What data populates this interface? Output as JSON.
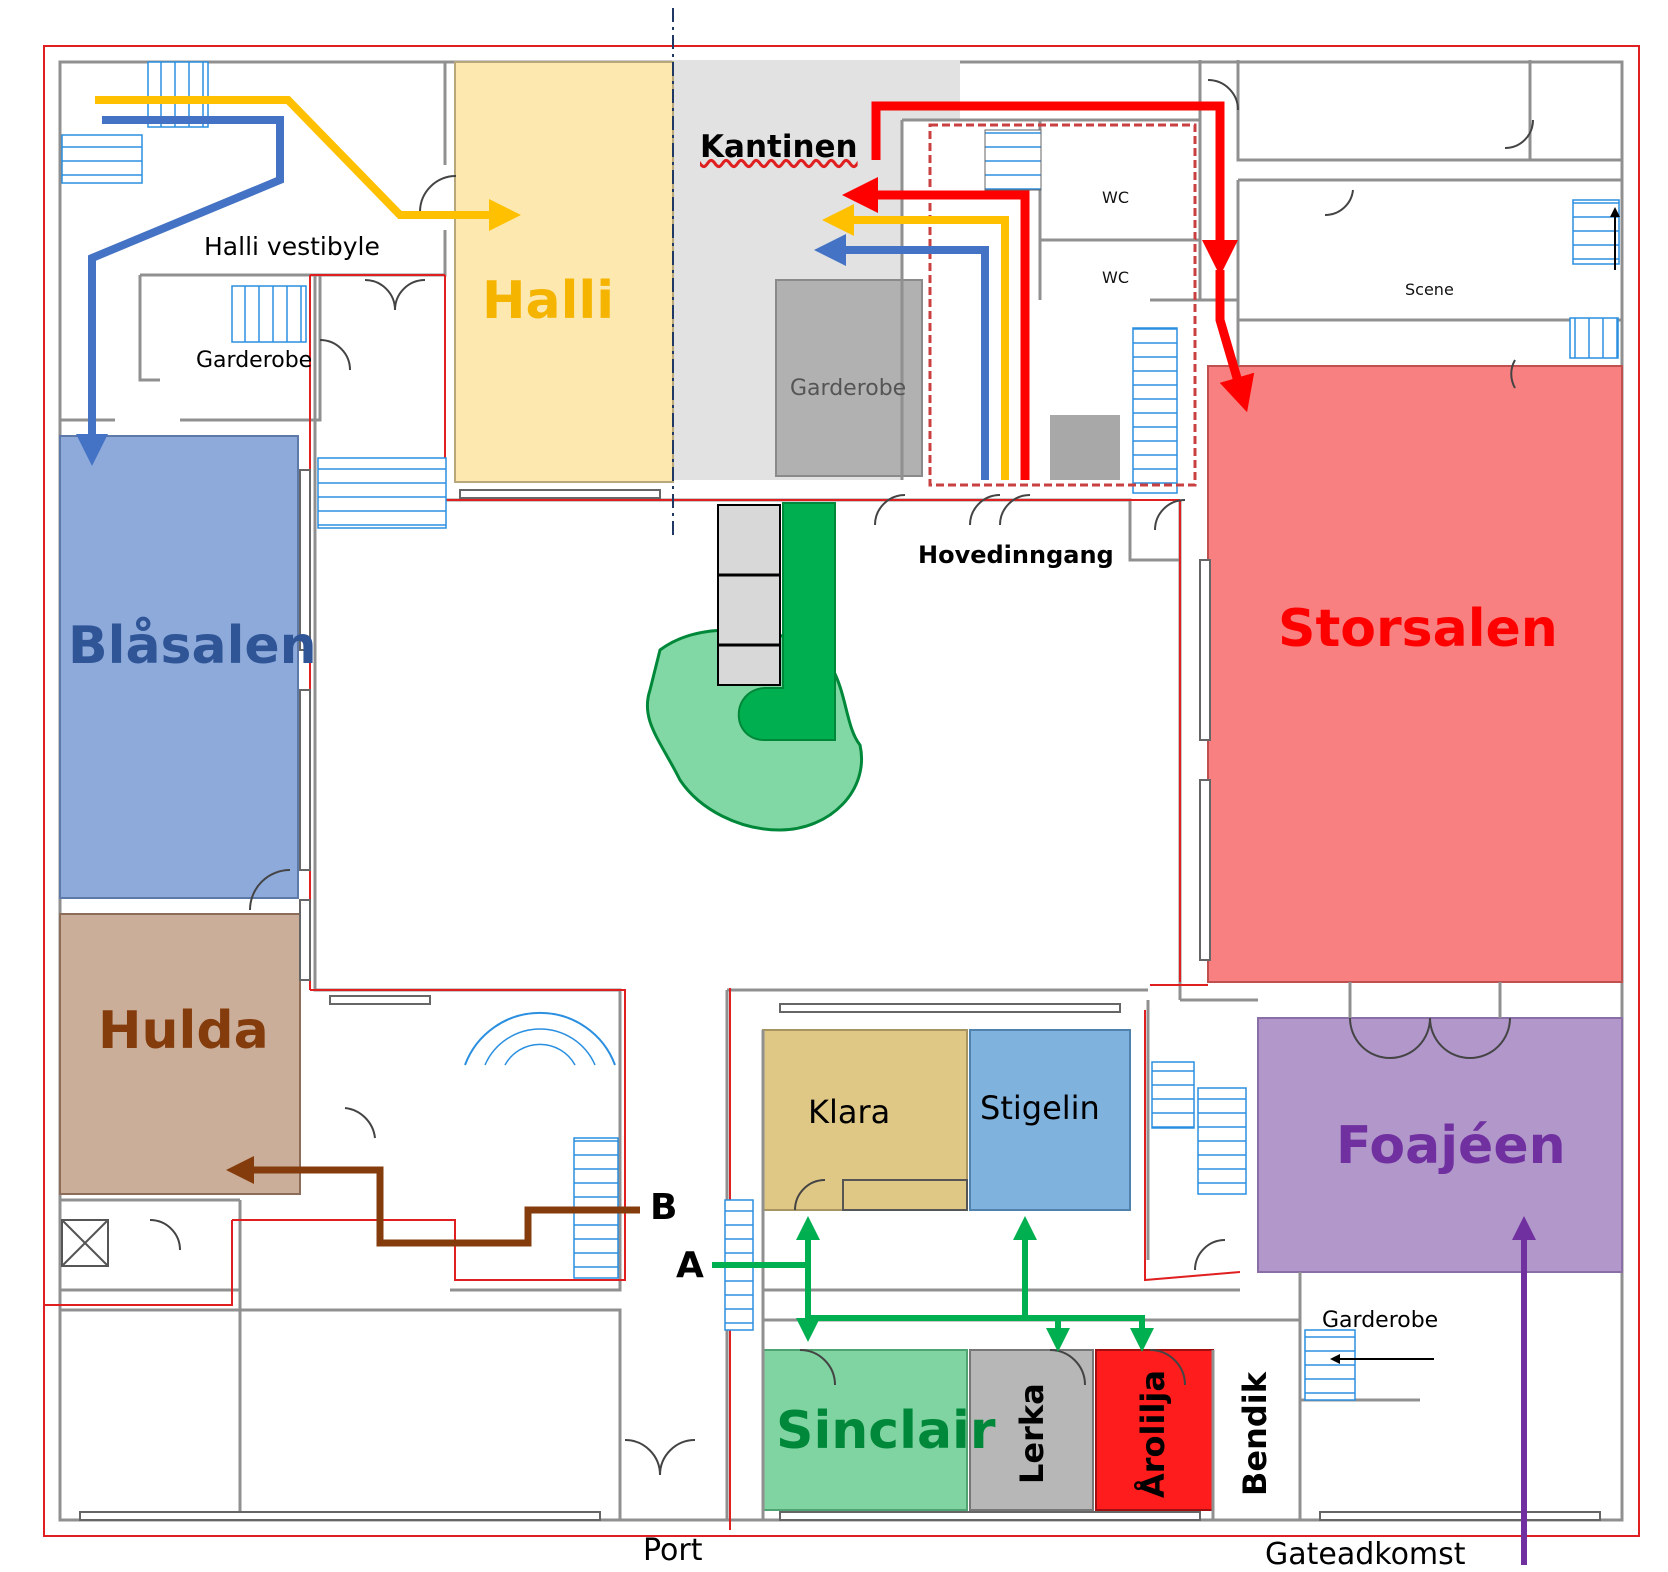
{
  "rooms": {
    "halli": {
      "label": "Halli",
      "color": "#fde9b0",
      "text_color": "#f5b400"
    },
    "blasalen": {
      "label": "Blåsalen",
      "color": "#8eaadb",
      "text_color": "#2f5597"
    },
    "hulda": {
      "label": "Hulda",
      "color": "#cbae9a",
      "text_color": "#843c0c"
    },
    "storsalen": {
      "label": "Storsalen",
      "color": "#f88080",
      "text_color": "#ff0000"
    },
    "foajeen": {
      "label": "Foajéen",
      "color": "#b297cb",
      "text_color": "#7030a0"
    },
    "klara": {
      "label": "Klara",
      "color": "#dfc786"
    },
    "stigelin": {
      "label": "Stigelin",
      "color": "#7fb2dd"
    },
    "sinclair": {
      "label": "Sinclair",
      "color": "#7fd4a1",
      "text_color": "#00883a"
    },
    "lerka": {
      "label": "Lerka",
      "color": "#b7b7b7"
    },
    "arolilja": {
      "label": "Årolilja",
      "color": "#ff1c1c"
    },
    "bendik": {
      "label": "Bendik"
    },
    "kantinen": {
      "label": "Kantinen",
      "color": "#e2e2e2"
    },
    "garderobe_main": {
      "label": "Garderobe",
      "color": "#b1b1b1"
    }
  },
  "labels": {
    "halli_vestibyle": "Halli vestibyle",
    "garderobe_left": "Garderobe",
    "garderobe_right": "Garderobe",
    "wc_1": "WC",
    "wc_2": "WC",
    "scene": "Scene",
    "hovedinngang": "Hovedinngang",
    "entrance_a": "A",
    "entrance_b": "B",
    "port": "Port",
    "gateadkomst": "Gateadkomst"
  },
  "routes": {
    "blue": "#4472c4",
    "yellow": "#ffc000",
    "red": "#ff0000",
    "green": "#00b050",
    "brown": "#843c0c",
    "purple": "#7030a0"
  },
  "colors": {
    "wall": "#909090",
    "outline": "#e02020",
    "stairs": "#2a8fe0"
  }
}
